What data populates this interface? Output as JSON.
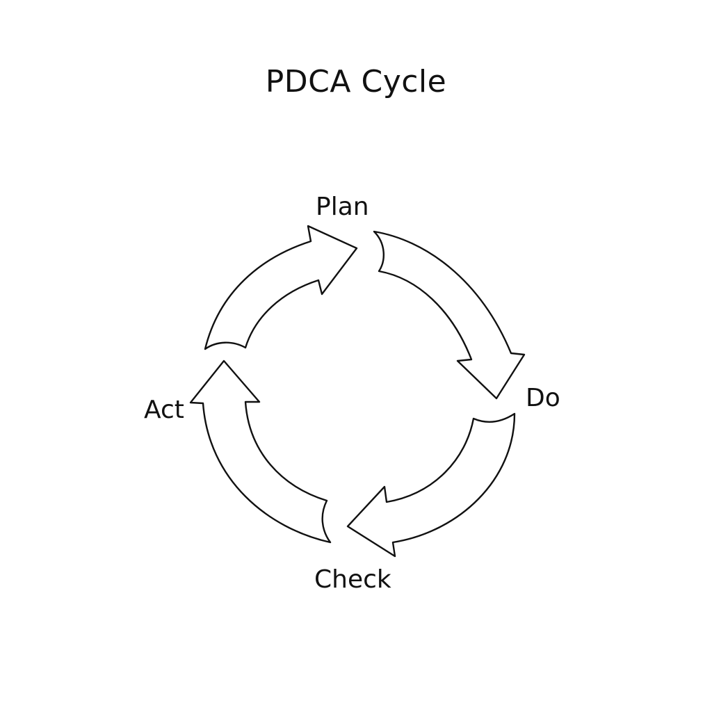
{
  "diagram": {
    "title": "PDCA Cycle",
    "stages": [
      {
        "id": "plan",
        "label": "Plan"
      },
      {
        "id": "do",
        "label": "Do"
      },
      {
        "id": "check",
        "label": "Check"
      },
      {
        "id": "act",
        "label": "Act"
      }
    ],
    "flow": [
      "plan",
      "do",
      "check",
      "act",
      "plan"
    ],
    "arrow_direction": "clockwise",
    "colors": {
      "stroke": "#111111",
      "fill": "#ffffff",
      "background": "#ffffff"
    }
  }
}
